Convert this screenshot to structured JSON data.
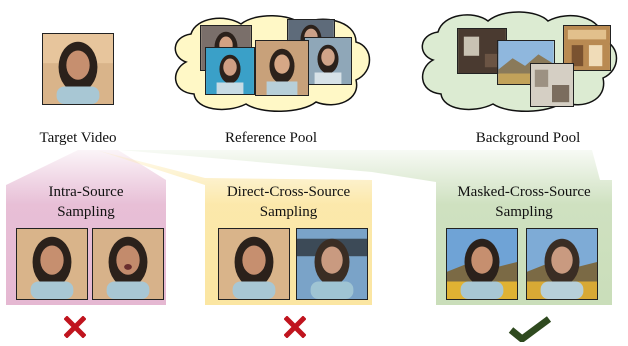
{
  "top": {
    "target_label": "Target Video",
    "reference_label": "Reference Pool",
    "background_label": "Background Pool"
  },
  "panels": [
    {
      "line1": "Intra-Source",
      "line2": "Sampling",
      "color": "#e5b8d2",
      "result": "cross-icon"
    },
    {
      "line1": "Direct-Cross-Source",
      "line2": "Sampling",
      "color": "#fbe6a2",
      "result": "cross-icon"
    },
    {
      "line1": "Masked-Cross-Source",
      "line2": "Sampling",
      "color": "#c7dcb6",
      "result": "check-icon"
    }
  ],
  "colors": {
    "cross": "#c0141e",
    "check": "#2f4a1f",
    "ref_cloud": "#fff8c6",
    "bg_cloud": "#dcebd2"
  }
}
